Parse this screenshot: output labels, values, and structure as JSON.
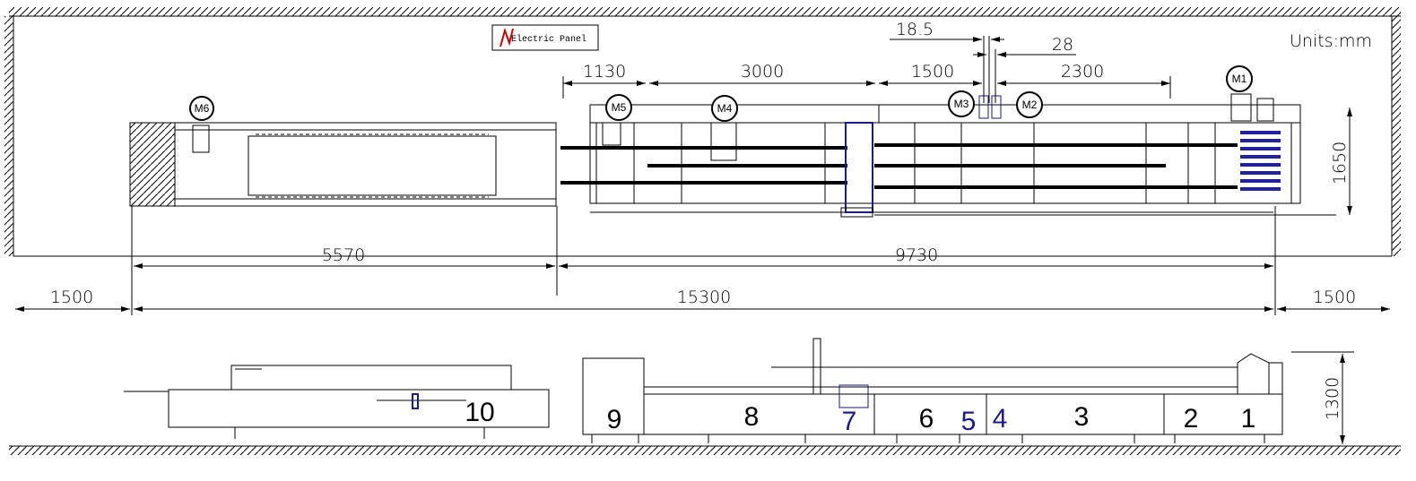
{
  "units_label": "Units:mm",
  "electric_panel": {
    "label": "Electric Panel",
    "accent_color": "#cc0000"
  },
  "motors": [
    "M1",
    "M2",
    "M3",
    "M4",
    "M5",
    "M6"
  ],
  "top_dimensions": {
    "d1130": "1130",
    "d3000": "3000",
    "d1500": "1500",
    "d2300": "2300",
    "d18_5": "18.5",
    "d28": "28",
    "d1650": "1650"
  },
  "overall_dimensions": {
    "d5570": "5570",
    "d9730": "9730",
    "left_clearance": "1500",
    "total": "15300",
    "right_clearance": "1500"
  },
  "side_view": {
    "height": "1300",
    "sections": [
      "1",
      "2",
      "3",
      "4",
      "5",
      "6",
      "7",
      "8",
      "9",
      "10"
    ],
    "highlight_color": "#1a1a8a"
  }
}
